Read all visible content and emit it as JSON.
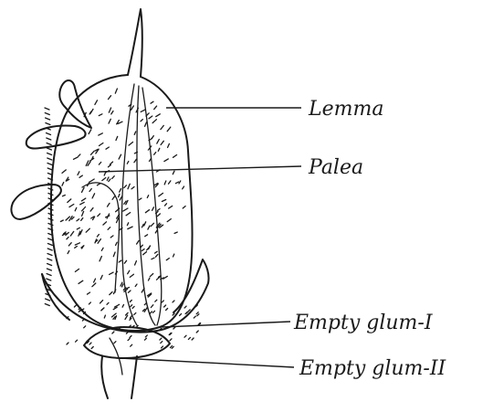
{
  "diagram": {
    "labels": {
      "lemma": "Lemma",
      "palea": "Palea",
      "glume1": "Empty glum-I",
      "glume2": "Empty glum-II"
    },
    "colors": {
      "ink": "#1a1a1a",
      "background": "#ffffff"
    }
  }
}
